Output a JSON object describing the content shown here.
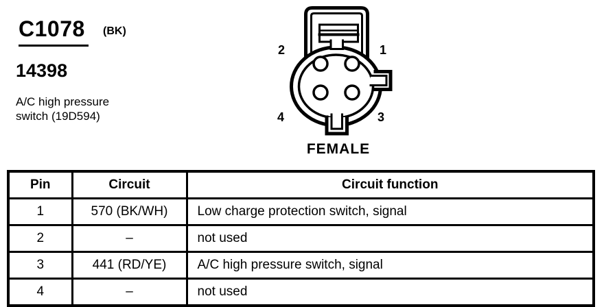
{
  "header": {
    "connector_id": "C1078",
    "connector_color": "(BK)",
    "circuit_number": "14398",
    "description": "A/C high pressure switch (19D594)"
  },
  "diagram": {
    "gender_label": "FEMALE",
    "pin_labels": [
      {
        "position": "top-left",
        "label": "2"
      },
      {
        "position": "top-right",
        "label": "1"
      },
      {
        "position": "bottom-left",
        "label": "4"
      },
      {
        "position": "bottom-right",
        "label": "3"
      }
    ]
  },
  "table": {
    "columns": [
      "Pin",
      "Circuit",
      "Circuit function"
    ],
    "rows": [
      {
        "pin": "1",
        "circuit": "570 (BK/WH)",
        "function": "Low charge protection switch, signal"
      },
      {
        "pin": "2",
        "circuit": "–",
        "function": "not used"
      },
      {
        "pin": "3",
        "circuit": "441 (RD/YE)",
        "function": "A/C high pressure switch, signal"
      },
      {
        "pin": "4",
        "circuit": "–",
        "function": "not used"
      }
    ]
  },
  "colors": {
    "ink": "#000000",
    "paper": "#ffffff"
  }
}
